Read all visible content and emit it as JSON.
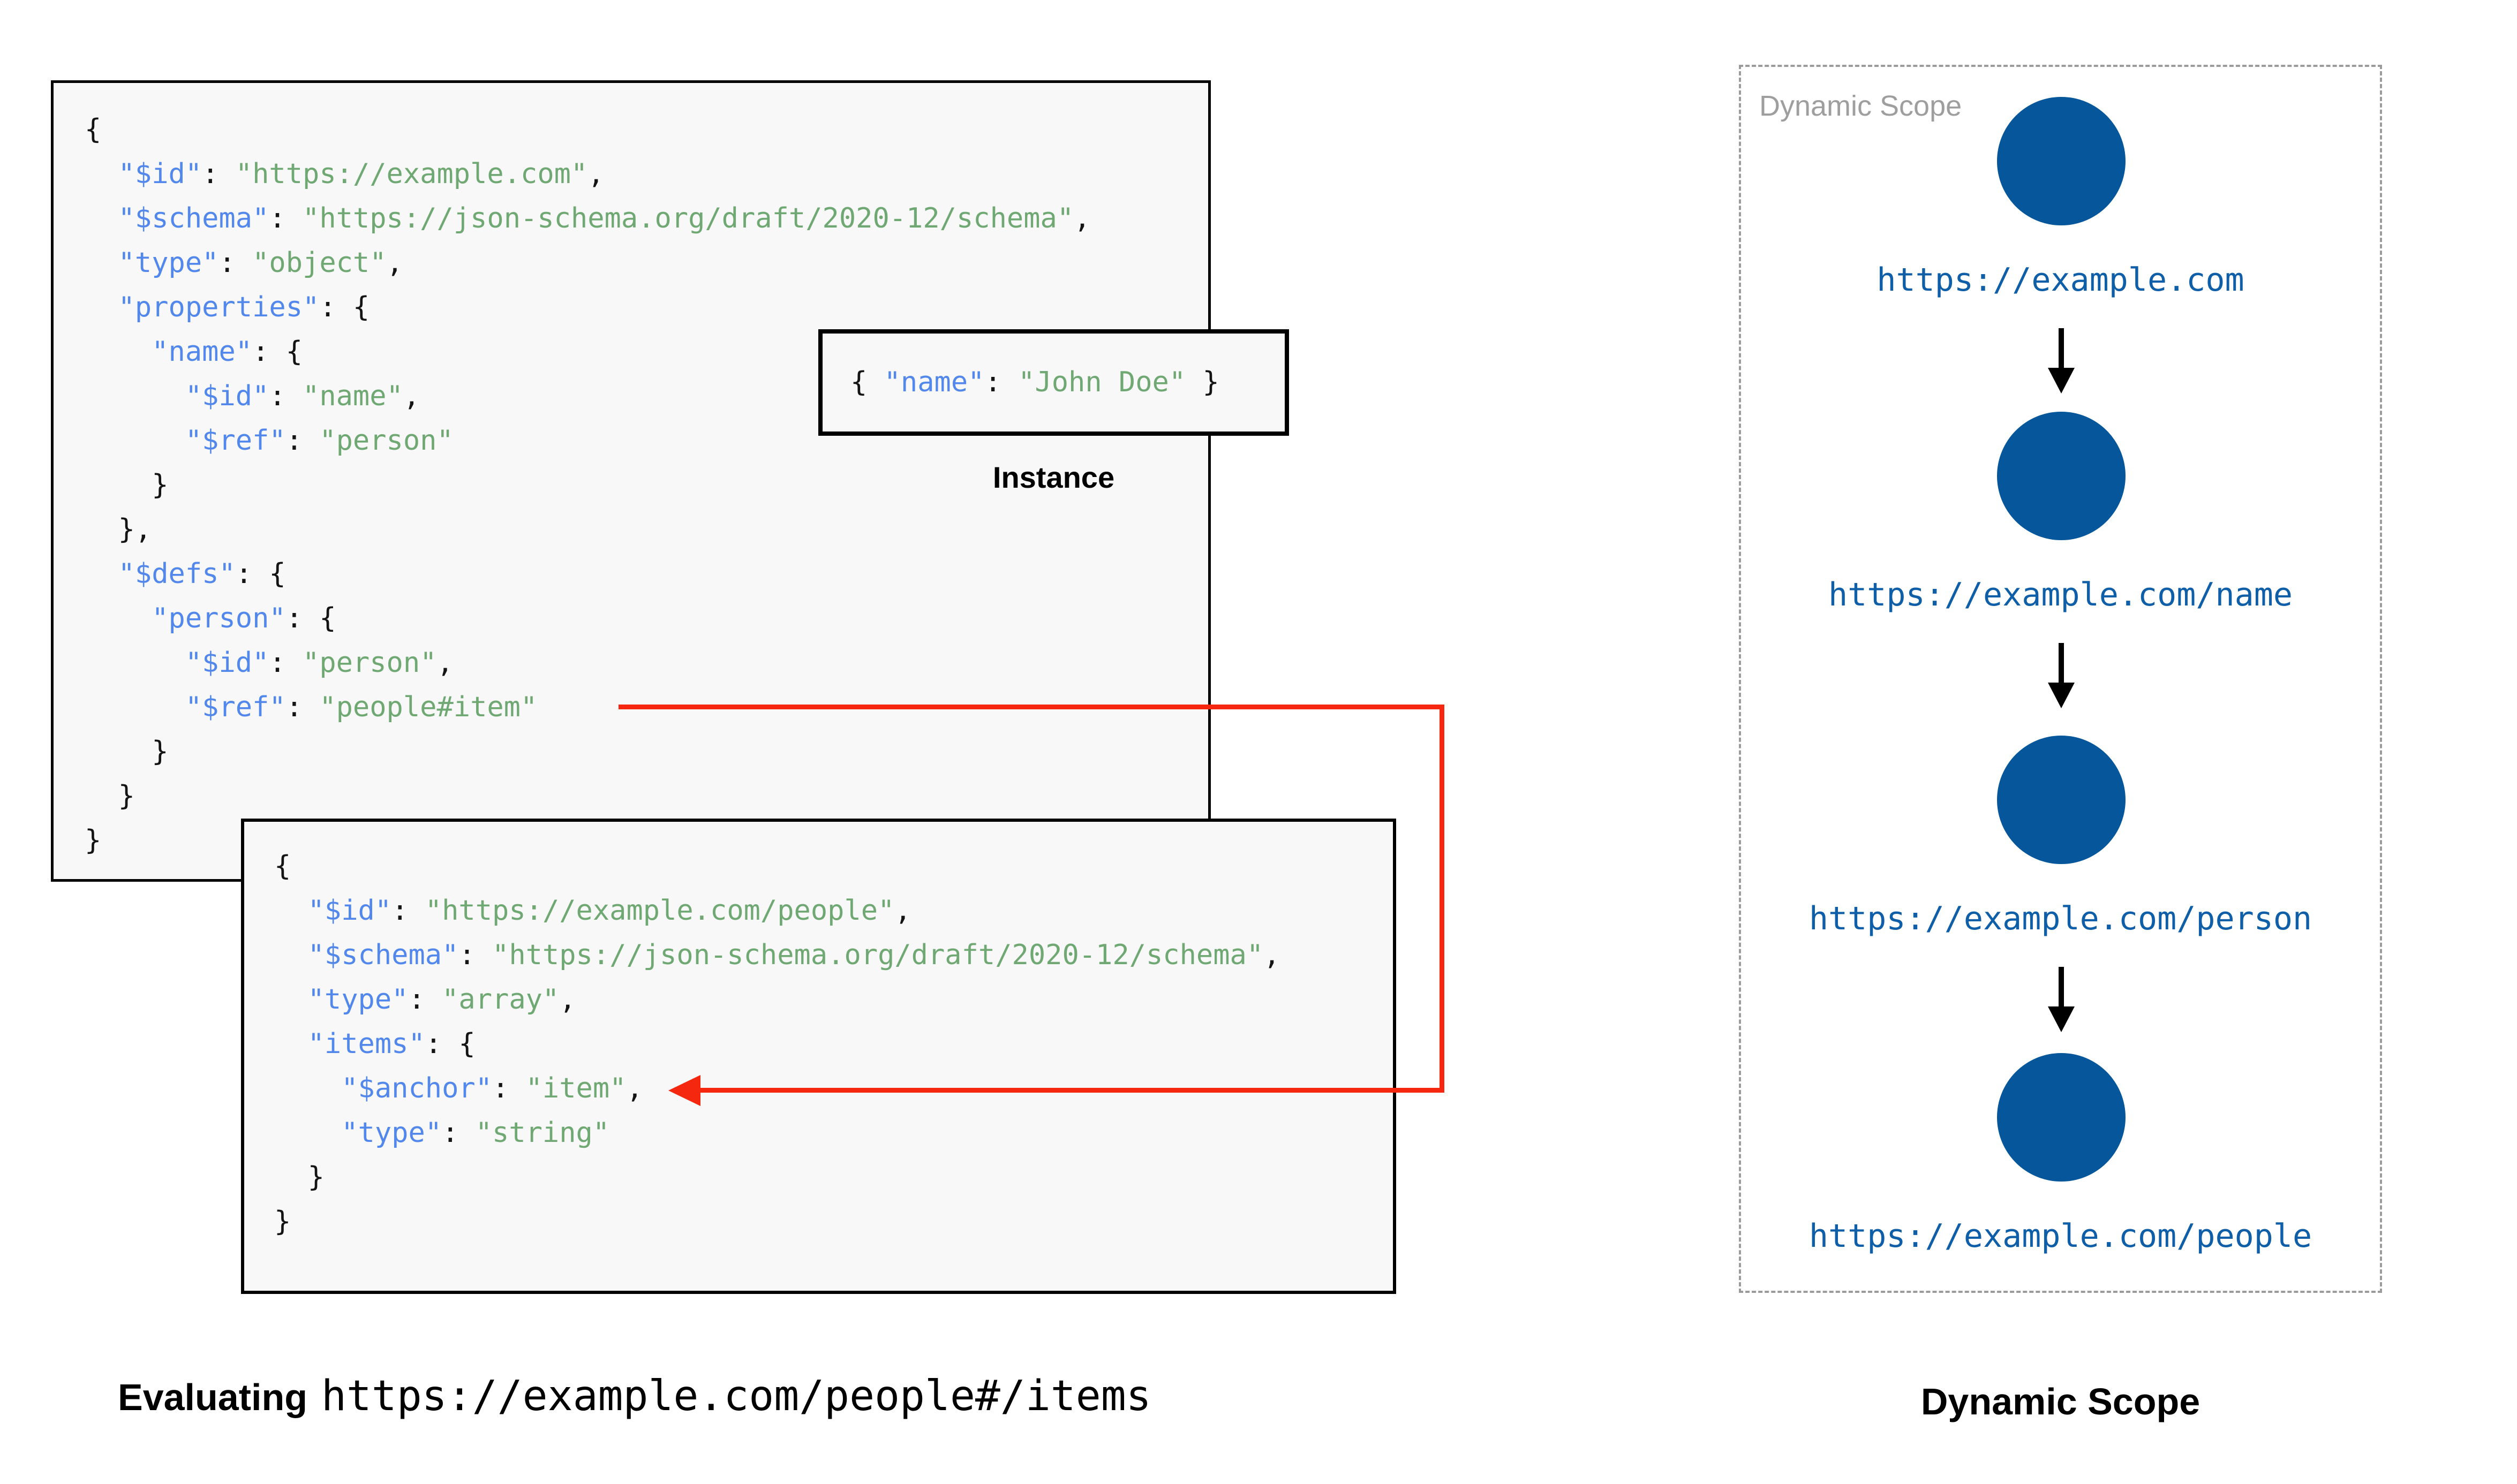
{
  "colors": {
    "key-blue": "#5287EC",
    "string-green": "#6FA873",
    "ref-red": "#F5270F",
    "node-blue": "#05569B",
    "uri-blue": "#0F5EA8",
    "muted-gray": "#9E9E9E"
  },
  "captions": {
    "instance": "Instance",
    "evaluating_label": "Evaluating",
    "evaluating_uri": "https://example.com/people#/items",
    "dynamic_scope": "Dynamic Scope"
  },
  "scope_panel": {
    "title": "Dynamic Scope",
    "nodes": [
      {
        "uri": "https://example.com"
      },
      {
        "uri": "https://example.com/name"
      },
      {
        "uri": "https://example.com/person"
      },
      {
        "uri": "https://example.com/people"
      }
    ]
  },
  "instance_doc": {
    "tokens": [
      [
        "p",
        "{ "
      ],
      [
        "k",
        "\"name\""
      ],
      [
        "p",
        ": "
      ],
      [
        "s",
        "\"John Doe\""
      ],
      [
        "p",
        " }"
      ]
    ]
  },
  "schema_root": {
    "lines": [
      [
        [
          "p",
          "{"
        ]
      ],
      [
        [
          "p",
          "  "
        ],
        [
          "k",
          "\"$id\""
        ],
        [
          "p",
          ": "
        ],
        [
          "s",
          "\"https://example.com\""
        ],
        [
          "p",
          ","
        ]
      ],
      [
        [
          "p",
          "  "
        ],
        [
          "k",
          "\"$schema\""
        ],
        [
          "p",
          ": "
        ],
        [
          "s",
          "\"https://json-schema.org/draft/2020-12/schema\""
        ],
        [
          "p",
          ","
        ]
      ],
      [
        [
          "p",
          "  "
        ],
        [
          "k",
          "\"type\""
        ],
        [
          "p",
          ": "
        ],
        [
          "s",
          "\"object\""
        ],
        [
          "p",
          ","
        ]
      ],
      [
        [
          "p",
          "  "
        ],
        [
          "k",
          "\"properties\""
        ],
        [
          "p",
          ": {"
        ]
      ],
      [
        [
          "p",
          "    "
        ],
        [
          "k",
          "\"name\""
        ],
        [
          "p",
          ": {"
        ]
      ],
      [
        [
          "p",
          "      "
        ],
        [
          "k",
          "\"$id\""
        ],
        [
          "p",
          ": "
        ],
        [
          "s",
          "\"name\""
        ],
        [
          "p",
          ","
        ]
      ],
      [
        [
          "p",
          "      "
        ],
        [
          "k",
          "\"$ref\""
        ],
        [
          "p",
          ": "
        ],
        [
          "s",
          "\"person\""
        ]
      ],
      [
        [
          "p",
          "    }"
        ]
      ],
      [
        [
          "p",
          "  },"
        ]
      ],
      [
        [
          "p",
          "  "
        ],
        [
          "k",
          "\"$defs\""
        ],
        [
          "p",
          ": {"
        ]
      ],
      [
        [
          "p",
          "    "
        ],
        [
          "k",
          "\"person\""
        ],
        [
          "p",
          ": {"
        ]
      ],
      [
        [
          "p",
          "      "
        ],
        [
          "k",
          "\"$id\""
        ],
        [
          "p",
          ": "
        ],
        [
          "s",
          "\"person\""
        ],
        [
          "p",
          ","
        ]
      ],
      [
        [
          "p",
          "      "
        ],
        [
          "k",
          "\"$ref\""
        ],
        [
          "p",
          ": "
        ],
        [
          "s",
          "\"people#item\""
        ]
      ],
      [
        [
          "p",
          "    }"
        ]
      ],
      [
        [
          "p",
          "  }"
        ]
      ],
      [
        [
          "p",
          "}"
        ]
      ]
    ]
  },
  "schema_people": {
    "lines": [
      [
        [
          "p",
          "{"
        ]
      ],
      [
        [
          "p",
          "  "
        ],
        [
          "k",
          "\"$id\""
        ],
        [
          "p",
          ": "
        ],
        [
          "s",
          "\"https://example.com/people\""
        ],
        [
          "p",
          ","
        ]
      ],
      [
        [
          "p",
          "  "
        ],
        [
          "k",
          "\"$schema\""
        ],
        [
          "p",
          ": "
        ],
        [
          "s",
          "\"https://json-schema.org/draft/2020-12/schema\""
        ],
        [
          "p",
          ","
        ]
      ],
      [
        [
          "p",
          "  "
        ],
        [
          "k",
          "\"type\""
        ],
        [
          "p",
          ": "
        ],
        [
          "s",
          "\"array\""
        ],
        [
          "p",
          ","
        ]
      ],
      [
        [
          "p",
          "  "
        ],
        [
          "k",
          "\"items\""
        ],
        [
          "p",
          ": {"
        ]
      ],
      [
        [
          "p",
          "    "
        ],
        [
          "k",
          "\"$anchor\""
        ],
        [
          "p",
          ": "
        ],
        [
          "s",
          "\"item\""
        ],
        [
          "p",
          ","
        ]
      ],
      [
        [
          "p",
          "    "
        ],
        [
          "k",
          "\"type\""
        ],
        [
          "p",
          ": "
        ],
        [
          "s",
          "\"string\""
        ]
      ],
      [
        [
          "p",
          "  }"
        ]
      ],
      [
        [
          "p",
          "}"
        ]
      ]
    ]
  }
}
